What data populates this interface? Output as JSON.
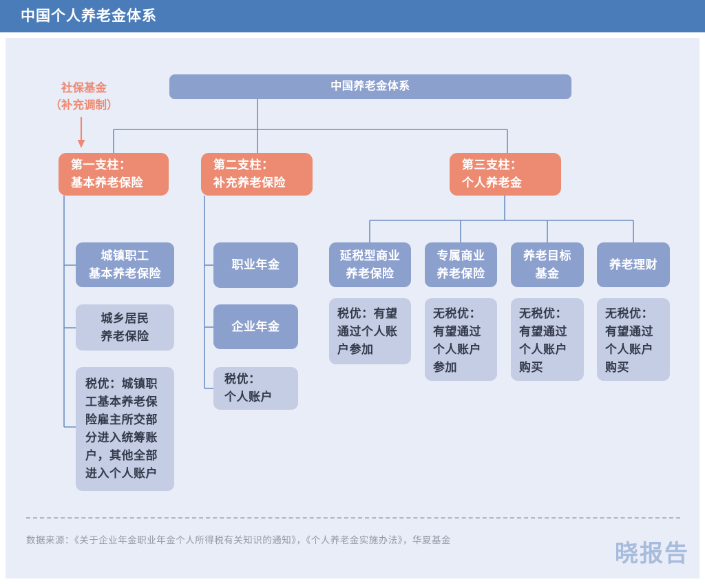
{
  "header": {
    "title": "中国个人养老金体系"
  },
  "root": {
    "label": "中国养老金体系"
  },
  "annotation": {
    "text": "社保基金\n（补充调制）"
  },
  "pillars": [
    {
      "title": "第一支柱：\n基本养老保险",
      "children": [
        {
          "label": "城镇职工\n基本养老保险"
        },
        {
          "label": "城乡居民\n养老保险"
        },
        {
          "label": "税优：城镇职工基本养老保险雇主所交部分进入统筹账户，其他全部进入个人账户"
        }
      ]
    },
    {
      "title": "第二支柱：\n补充养老保险",
      "children": [
        {
          "label": "职业年金"
        },
        {
          "label": "企业年金"
        },
        {
          "label": "税优：\n个人账户"
        }
      ]
    },
    {
      "title": "第三支柱：\n个人养老金",
      "children": [
        {
          "label": "延税型商业\n养老保险",
          "note": "税优：有望通过个人账户参加"
        },
        {
          "label": "专属商业\n养老保险",
          "note": "无税优：有望通过个人账户参加"
        },
        {
          "label": "养老目标\n基金",
          "note": "无税优：有望通过个人账户购买"
        },
        {
          "label": "养老理财",
          "note": "无税优：有望通过个人账户购买"
        }
      ]
    }
  ],
  "footer": {
    "source": "数据来源：《关于企业年金职业年金个人所得税有关知识的通知》，《个人养老金实施办法》，华夏基金",
    "logo": "晓报告"
  },
  "colors": {
    "header_bg": "#4a7cb9",
    "panel_bg": "#e9edf7",
    "node_blue": "#8ca0ce",
    "node_light": "#c5cde5",
    "node_orange": "#ec8b72",
    "connector": "#6e8ec2",
    "annotation_color": "#ee8a74",
    "dark_text": "#333a4a",
    "footer_text": "#9298a6",
    "logo_color": "#a7bbdc"
  }
}
